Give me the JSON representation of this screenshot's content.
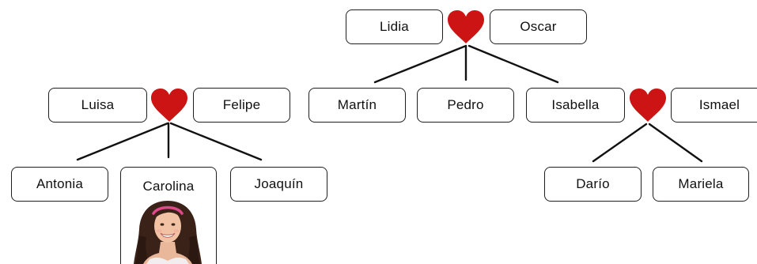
{
  "couples": {
    "lidia_oscar": {
      "partner_a": "Lidia",
      "partner_b": "Oscar",
      "children": [
        "Martín",
        "Pedro",
        "Isabella"
      ]
    },
    "luisa_felipe": {
      "partner_a": "Luisa",
      "partner_b": "Felipe",
      "children": [
        "Antonia",
        "Carolina",
        "Joaquín"
      ]
    },
    "isabella_ismael": {
      "partner_a": "Isabella",
      "partner_b": "Ismael",
      "children": [
        "Darío",
        "Mariela"
      ]
    }
  },
  "people": {
    "lidia": "Lidia",
    "oscar": "Oscar",
    "luisa": "Luisa",
    "felipe": "Felipe",
    "martin": "Martín",
    "pedro": "Pedro",
    "isabella": "Isabella",
    "ismael": "Ismael",
    "antonia": "Antonia",
    "carolina": "Carolina",
    "joaquin": "Joaquín",
    "dario": "Darío",
    "mariela": "Mariela"
  },
  "icons": {
    "couple_link": "heart-icon",
    "carolina_photo": "portrait-photo"
  },
  "colors": {
    "heart": "#cc1414",
    "border": "#1f1f1f",
    "line": "#111111"
  }
}
